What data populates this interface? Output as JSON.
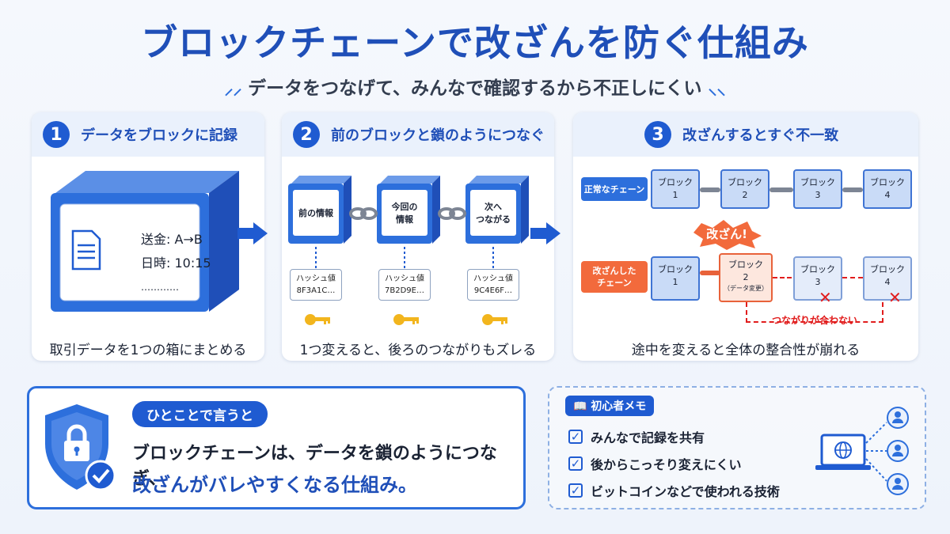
{
  "header": {
    "title": "ブロックチェーンで改ざんを防ぐ仕組み",
    "subtitle": "データをつなげて、みんなで確認するから不正しにくい"
  },
  "panels": [
    {
      "number": "1",
      "title": "データをブロックに記録",
      "doc_lines": [
        "送金: A→B",
        "日時: 10:15",
        "…………"
      ],
      "caption": "取引データを1つの箱にまとめる"
    },
    {
      "number": "2",
      "title": "前のブロックと鎖のようにつなぐ",
      "blocks": [
        {
          "label_lines": [
            "前の情報"
          ],
          "hash_label": "ハッシュ値",
          "hash_value": "8F3A1C…"
        },
        {
          "label_lines": [
            "今回の",
            "情報"
          ],
          "hash_label": "ハッシュ値",
          "hash_value": "7B2D9E…"
        },
        {
          "label_lines": [
            "次へ",
            "つながる"
          ],
          "hash_label": "ハッシュ値",
          "hash_value": "9C4E6F…"
        }
      ],
      "caption": "1つ変えると、後ろのつながりもズレる"
    },
    {
      "number": "3",
      "title": "改ざんするとすぐ不一致",
      "normal_chain_label": "正常なチェーン",
      "tampered_chain_label_lines": [
        "改ざんした",
        "チェーン"
      ],
      "normal_blocks": [
        {
          "name": "ブロック",
          "num": "1"
        },
        {
          "name": "ブロック",
          "num": "2"
        },
        {
          "name": "ブロック",
          "num": "3"
        },
        {
          "name": "ブロック",
          "num": "4"
        }
      ],
      "tampered_blocks": [
        {
          "name": "ブロック",
          "num": "1"
        },
        {
          "name": "ブロック",
          "num": "2",
          "note": "（データ変更）"
        },
        {
          "name": "ブロック",
          "num": "3"
        },
        {
          "name": "ブロック",
          "num": "4"
        }
      ],
      "burst_label": "改ざん!",
      "mismatch_label": "つながりが合わない",
      "caption": "途中を変えると全体の整合性が崩れる"
    }
  ],
  "summary": {
    "pill": "ひとことで言うと",
    "line1": "ブロックチェーンは、データを鎖のようにつなぎ、",
    "line2": "改ざんがバレやすくなる仕組み。"
  },
  "memo": {
    "tag": "初心者メモ",
    "items": [
      "みんなで記録を共有",
      "後からこっそり変えにくい",
      "ビットコインなどで使われる技術"
    ]
  },
  "colors": {
    "primary": "#1f5bd1",
    "accent_warn": "#f26a3c",
    "error": "#e11d1d"
  }
}
